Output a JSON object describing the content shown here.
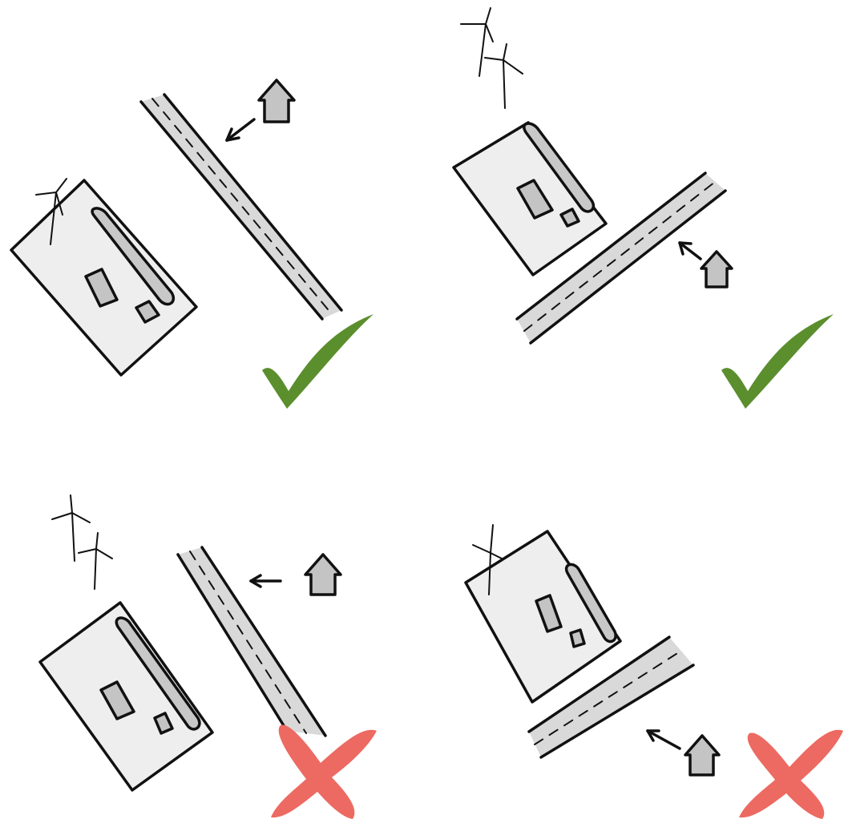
{
  "scenarios": [
    {
      "id": "a",
      "result": "check",
      "has_turbine": false
    },
    {
      "id": "b",
      "result": "check",
      "has_turbine": true
    },
    {
      "id": "c",
      "result": "cross",
      "has_turbine": true
    },
    {
      "id": "d",
      "result": "cross",
      "has_turbine": true
    }
  ],
  "colors": {
    "check": "#5b8e2d",
    "cross": "#ec6a62",
    "outline": "#111111",
    "lot_fill": "#eeeeee",
    "road_fill": "#d9d9d9",
    "house_fill": "#c4c4c4"
  },
  "icons": [
    "wind-turbine-icon",
    "house-icon",
    "arrow-icon",
    "check-icon",
    "cross-icon"
  ]
}
